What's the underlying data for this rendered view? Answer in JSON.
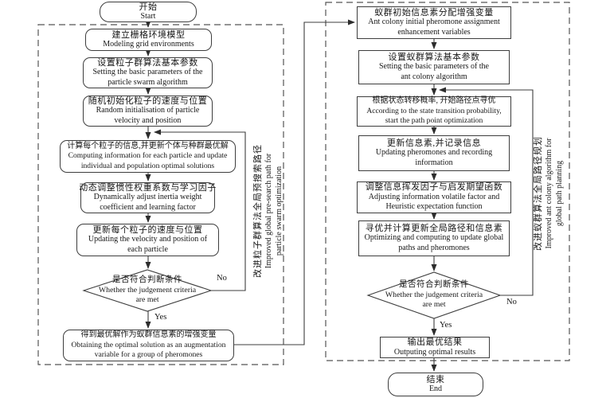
{
  "colors": {
    "background": "#ffffff",
    "line": "#3d3d3d",
    "dashed_border": "#555555",
    "text": "#161616"
  },
  "labels": {
    "yes": "Yes",
    "no": "No"
  },
  "nodes": {
    "start": {
      "zh": "开始",
      "en": "Start"
    },
    "grid_model": {
      "zh": "建立栅格环境模型",
      "en": "Modeling grid environments"
    },
    "pso_params": {
      "zh": "设置粒子群算法基本参数",
      "en": "Setting the basic parameters of the\nparticle swarm algorithm"
    },
    "random_init": {
      "zh": "随机初始化粒子的速度与位置",
      "en": "Random initialisation of particle\nvelocity and position"
    },
    "compute_particles": {
      "zh": "计算每个粒子的信息,并更新个体与种群最优解",
      "en": "Computing information for each particle and update\nindividual and population optimal solutions"
    },
    "adjust_inertia": {
      "zh": "动态调整惯性权重系数与学习因子",
      "en": "Dynamically adjust inertia weight\ncoefficient and learning factor"
    },
    "update_particles": {
      "zh": "更新每个粒子的速度与位置",
      "en": "Updating the velocity and position of\neach particle"
    },
    "decision_left": {
      "zh": "是否符合判断条件",
      "en": "Whether the judgement criteria\nare met"
    },
    "optimal_augmentation": {
      "zh": "得到最优解作为蚁群信息素的增强变量",
      "en": "Obtaining the optimal solution as an augmentation\nvariable for a group of pheromones"
    },
    "aco_init_pheromone": {
      "zh": "蚁群初始信息素分配增强变量",
      "en": "Ant colony initial pheromone assignment\nenhancement variables"
    },
    "aco_params": {
      "zh": "设置蚁群算法基本参数",
      "en": "Setting the basic parameters of the\nant colony algorithm"
    },
    "state_transition": {
      "zh": "根据状态转移概率, 开始路径点寻优",
      "en": "According to the state transition probability,\nstart the path point optimization"
    },
    "update_pheromones": {
      "zh": "更新信息素,并记录信息",
      "en": "Updating pheromones and recording\ninformation"
    },
    "adjust_volatile": {
      "zh": "调整信息挥发因子与启发期望函数",
      "en": "Adjusting information volatile factor and\nHeuristic expectation function"
    },
    "update_global_paths": {
      "zh": "寻优并计算更新全局路径和信息素",
      "en": "Optimizing and computing to update global\npaths and pheromones"
    },
    "decision_right": {
      "zh": "是否符合判断条件",
      "en": "Whether the judgement criteria\nare met"
    },
    "output_results": {
      "zh": "输出最优结果",
      "en": "Outputing optimal results"
    },
    "end": {
      "zh": "结束",
      "en": "End"
    }
  },
  "side_labels": {
    "left": {
      "zh": "改进粒子群算法全局预搜索路径",
      "en": "Improved global pre-search path for\nparticle swarm optimization"
    },
    "right": {
      "zh": "改进蚁群算法全局路径规划",
      "en": "Improved ant colony algorithm for\nglobal path planning"
    }
  }
}
